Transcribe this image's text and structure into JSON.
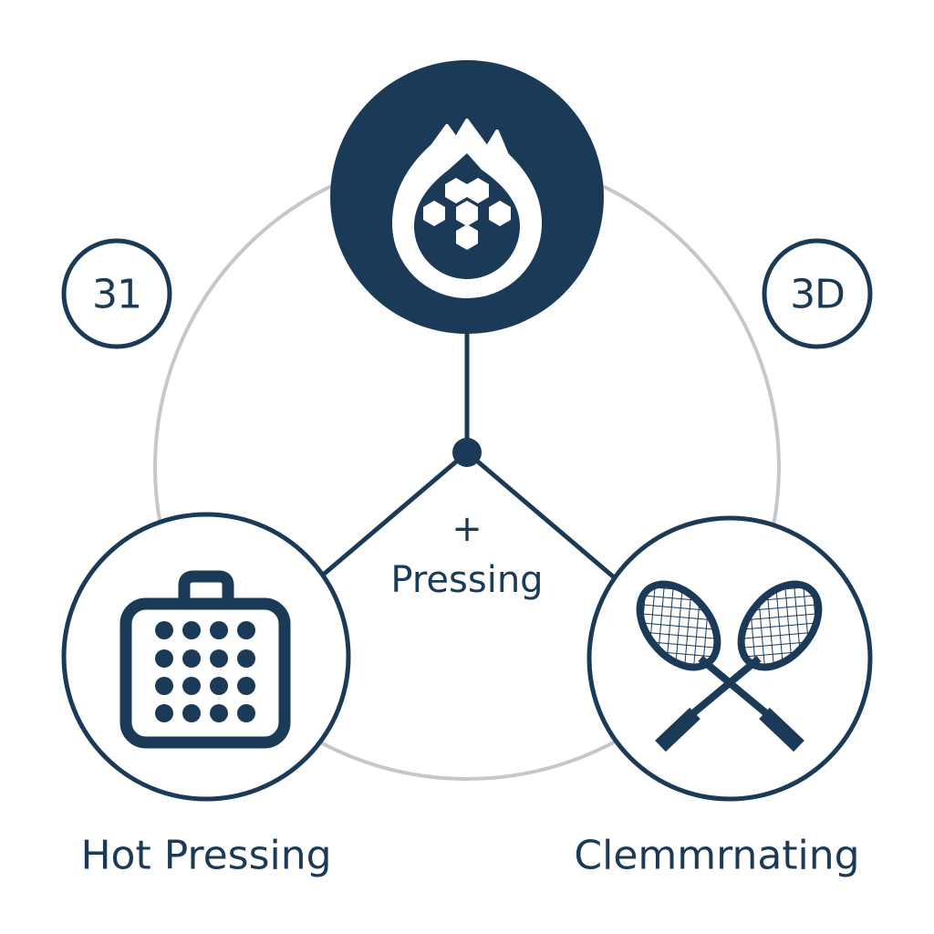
{
  "diagram": {
    "badges": [
      {
        "text": "31"
      },
      {
        "text": "3D"
      }
    ],
    "center_symbol": "+",
    "center_label": "Pressing",
    "nodes": [
      {
        "icon": "flame-droplet-hexagon-icon",
        "label": ""
      },
      {
        "icon": "perforated-plate-icon",
        "label": "Hot Pressing"
      },
      {
        "icon": "crossed-rackets-icon",
        "label": "Clemmrnating"
      }
    ],
    "colors": {
      "primary": "#1b3a57",
      "ring": "#c4c7cc",
      "background": "#ffffff"
    }
  }
}
